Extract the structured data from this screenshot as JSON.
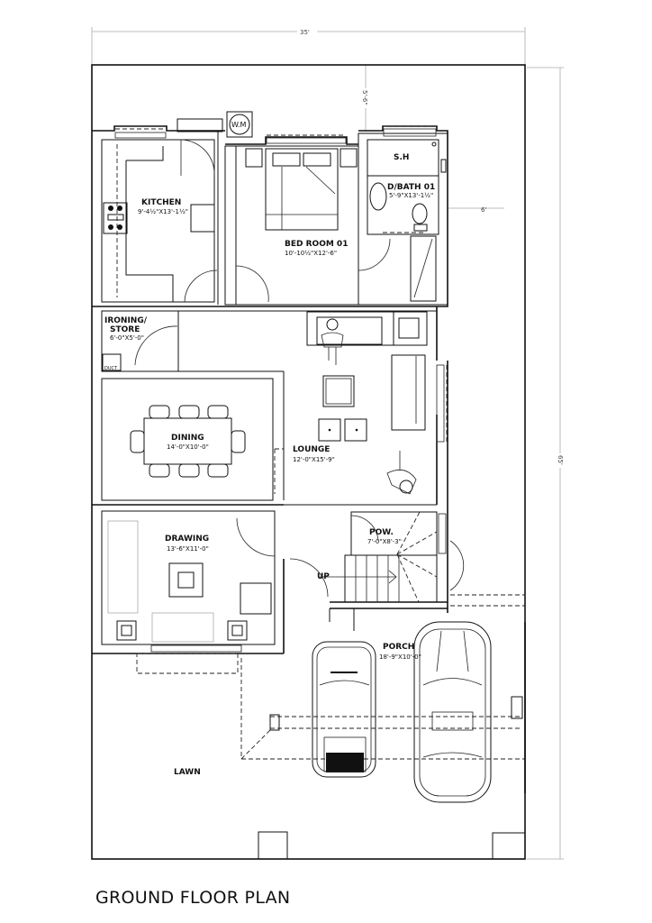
{
  "plan": {
    "title": "GROUND FLOOR PLAN",
    "dimensions": {
      "overall_width": "35'",
      "overall_depth": "65'",
      "front_setback": "5'-6\"",
      "side_offset": "6'"
    },
    "rooms": [
      {
        "id": "kitchen",
        "name": "KITCHEN",
        "size": "9'-4½\"X13'-1½\""
      },
      {
        "id": "bedroom",
        "name": "BED ROOM 01",
        "size": "10'-10½\"X12'-6\""
      },
      {
        "id": "shower",
        "name": "S.H",
        "size": ""
      },
      {
        "id": "bath",
        "name": "D/BATH 01",
        "size": "5'-9\"X13'-1½\""
      },
      {
        "id": "ironing",
        "name": "IRONING/",
        "name2": "STORE",
        "size": "6'-0\"X5'-0\""
      },
      {
        "id": "lounge",
        "name": "LOUNGE",
        "size": "12'-0\"X15'-9\""
      },
      {
        "id": "dining",
        "name": "DINING",
        "size": "14'-0\"X10'-0\""
      },
      {
        "id": "drawing",
        "name": "DRAWING",
        "size": "13'-6\"X11'-0\""
      },
      {
        "id": "powder",
        "name": "POW.",
        "size": "7'-0\"X8'-3\""
      },
      {
        "id": "porch",
        "name": "PORCH",
        "size": "18'-9\"X10'-0\""
      },
      {
        "id": "lawn",
        "name": "LAWN",
        "size": ""
      }
    ],
    "fixtures": {
      "washing_machine": "W.M",
      "duct": "DUCT",
      "stair_direction": "UP"
    }
  }
}
